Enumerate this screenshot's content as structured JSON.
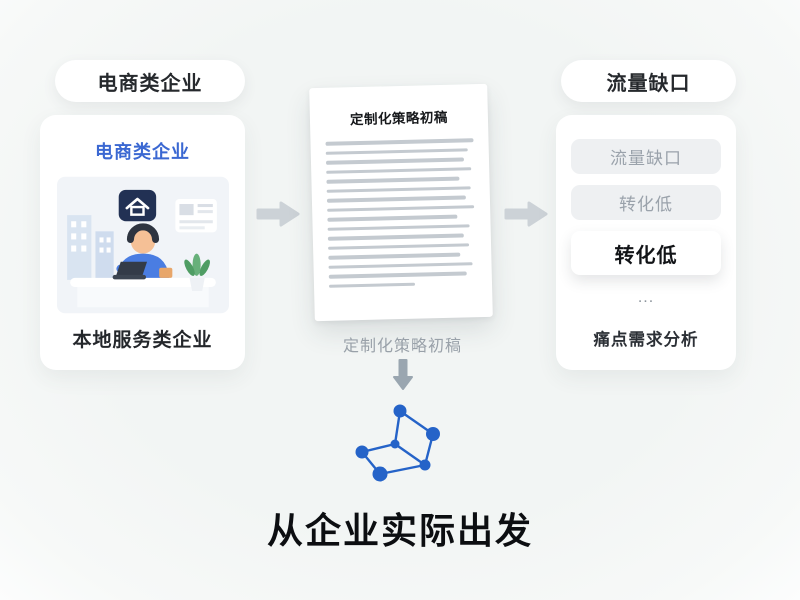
{
  "left": {
    "badge": "电商类企业",
    "card": {
      "title": "电商类企业",
      "caption": "本地服务类企业",
      "illustration": "office-worker-at-desk"
    }
  },
  "center": {
    "document": {
      "title": "定制化策略初稿"
    },
    "caption": "定制化策略初稿",
    "headline": "从企业实际出发",
    "icons": {
      "flow_arrows": "arrow-right-icon",
      "down_arrow": "arrow-down-icon",
      "network": "network-graph-icon"
    }
  },
  "right": {
    "badge": "流量缺口",
    "items": [
      {
        "label": "流量缺口",
        "emphasized": false
      },
      {
        "label": "转化低",
        "emphasized": false
      },
      {
        "label": "转化低",
        "emphasized": true
      },
      {
        "label": "...",
        "emphasized": false
      }
    ],
    "caption": "痛点需求分析"
  },
  "colors": {
    "background": "#f3f5f4",
    "accent_blue": "#2563c8",
    "title_blue": "#3b68d2",
    "arrow_gray": "#ccd2d7",
    "muted_text": "#9aa2ab"
  }
}
